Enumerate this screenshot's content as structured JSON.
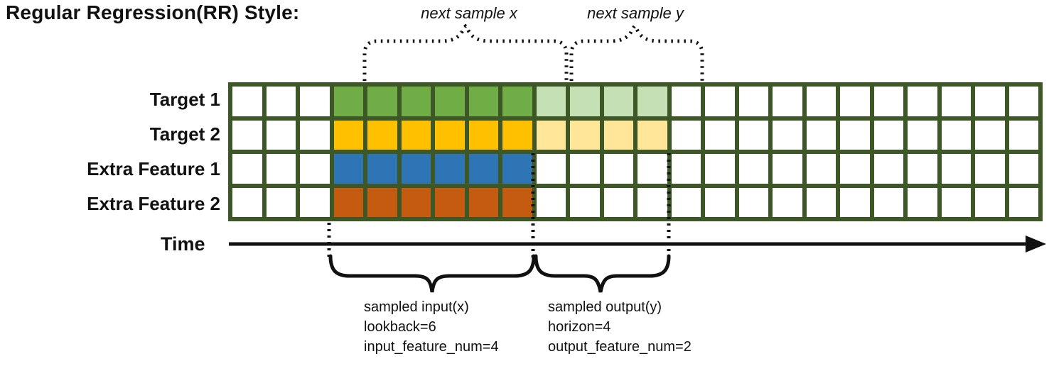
{
  "title": "Regular Regression(RR) Style:",
  "annotations": {
    "next_sample_x": "next sample x",
    "next_sample_y": "next sample y"
  },
  "time_axis": {
    "label": "Time"
  },
  "grid": {
    "total_columns": 24,
    "lead_white_columns": 3,
    "input_columns": 6,
    "output_columns": 4,
    "line_color": "#3D5826",
    "empty_cell_color": "#FFFFFF",
    "rows": [
      {
        "label": "Target 1",
        "role": "target",
        "input_color": "#70AD47",
        "output_color": "#C5E0B4"
      },
      {
        "label": "Target 2",
        "role": "target",
        "input_color": "#FFC000",
        "output_color": "#FFE699"
      },
      {
        "label": "Extra Feature 1",
        "role": "extra-feature",
        "input_color": "#2E75B6",
        "output_color": null
      },
      {
        "label": "Extra Feature 2",
        "role": "extra-feature",
        "input_color": "#C55A11",
        "output_color": null
      }
    ]
  },
  "input_annotation": {
    "lines": [
      "sampled input(x)",
      "lookback=6",
      "input_feature_num=4"
    ]
  },
  "output_annotation": {
    "lines": [
      "sampled output(y)",
      "horizon=4",
      "output_feature_num=2"
    ]
  }
}
